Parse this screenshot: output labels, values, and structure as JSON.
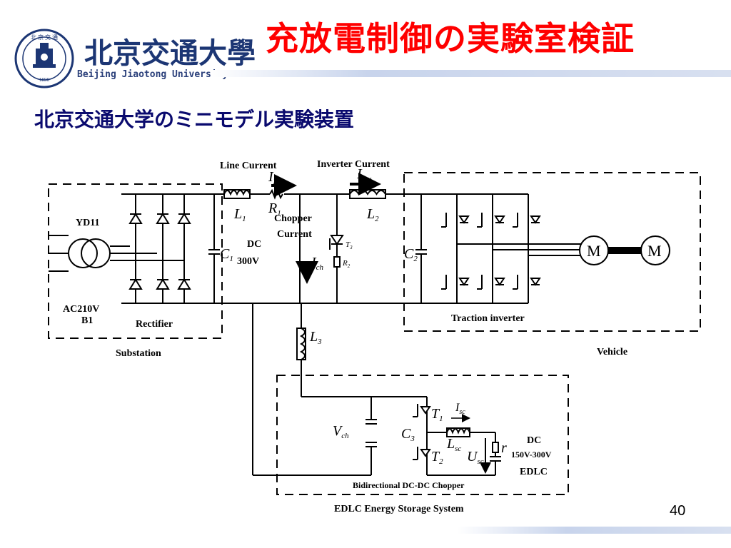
{
  "slide": {
    "title": "充放電制御の実験室検証",
    "subtitle": "北京交通大学のミニモデル実験装置",
    "page_number": "40",
    "colors": {
      "title": "#ff0000",
      "subtitle": "#0a0a6e",
      "accent_bar": "#d8e0f0",
      "logo_blue": "#1c3674"
    }
  },
  "logo": {
    "name_cn": "北京交通大學",
    "name_en": "Beijing Jiaotong University",
    "icon": "university-seal-icon"
  },
  "diagram": {
    "labels": {
      "line_current": "Line Current",
      "inverter_current": "Inverter Current",
      "chopper_current_1": "Chopper",
      "chopper_current_2": "Current",
      "yd11": "YD11",
      "ac210v": "AC210V",
      "b1": "B1",
      "rectifier": "Rectifier",
      "substation": "Substation",
      "dc": "DC",
      "v300": "300V",
      "traction_inverter": "Traction inverter",
      "vehicle": "Vehicle",
      "motor1": "M",
      "motor2": "M",
      "dc2": "DC",
      "v150_300": "150V-300V",
      "edlc": "EDLC",
      "bidirectional": "Bidirectional DC-DC Chopper",
      "edlc_system": "EDLC Energy Storage System"
    },
    "symbols": {
      "IL": "I",
      "IL_sub": "L",
      "R1": "R",
      "R1_sub": "1",
      "L1": "L",
      "L1_sub": "1",
      "Iinv": "I",
      "Iinv_sub": "inv",
      "L2": "L",
      "L2_sub": "2",
      "C1": "C",
      "C1_sub": "1",
      "T3": "T",
      "T3_sub": "3",
      "R2": "R",
      "R2_sub": "2",
      "Ich": "I",
      "Ich_sub": "ch",
      "C2": "C",
      "C2_sub": "2",
      "L3": "L",
      "L3_sub": "3",
      "Vch": "V",
      "Vch_sub": "ch",
      "T1": "T",
      "T1_sub": "1",
      "Isc": "I",
      "Isc_sub": "sc",
      "C3": "C",
      "C3_sub": "3",
      "Lsc": "L",
      "Lsc_sub": "sc",
      "T2": "T",
      "T2_sub": "2",
      "Usc": "U",
      "Usc_sub": "sc",
      "r": "r"
    }
  }
}
